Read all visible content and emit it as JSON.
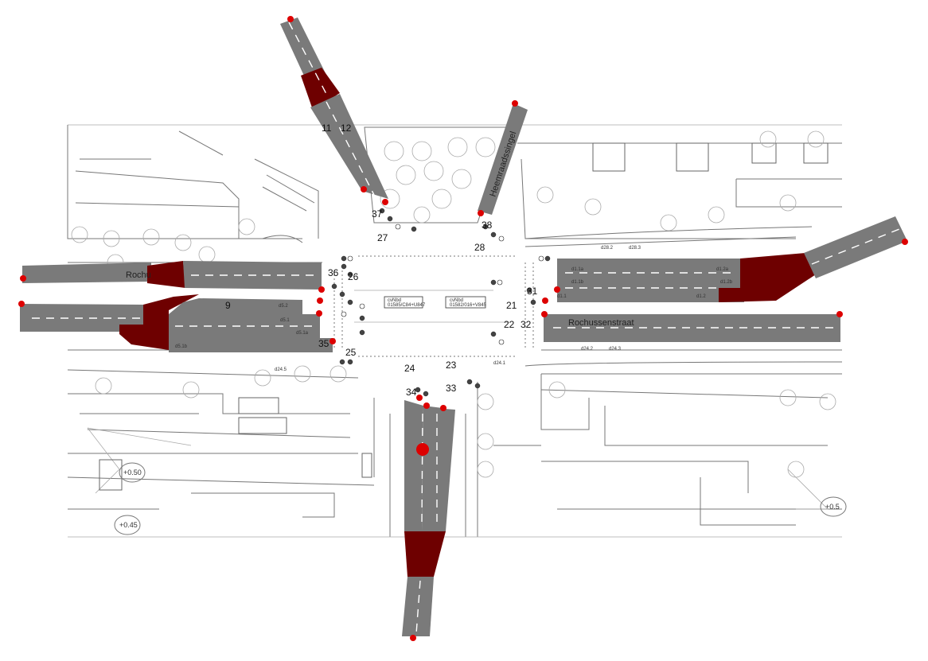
{
  "lane_numbers": {
    "n11": "11",
    "n12": "12",
    "n37": "37",
    "n27": "27",
    "n38": "38",
    "n28": "28",
    "n36": "36",
    "n26": "26",
    "n9": "9",
    "n35": "35",
    "n25": "25",
    "n31": "31",
    "n21": "21",
    "n32": "32",
    "n22": "22",
    "n24": "24",
    "n34": "34",
    "n33": "33",
    "n23": "23"
  },
  "street_names": {
    "rochussenstraat_west": "Rochu",
    "rochussenstraat_east": "Rochussenstraat",
    "heemraadssingel": "Heemraadssingel"
  },
  "signal_codes": {
    "d1_1a": "d1.1a",
    "d1_1b": "d1.1b",
    "d1_1": "d1.1",
    "d1_2": "d1.2",
    "d1_2a": "d1.2a",
    "d1_2b": "d1.2b",
    "d5_1": "d5.1",
    "d5_1a": "d5.1a",
    "d5_2": "d5.2",
    "d5_1b": "d5.1b",
    "d28_2": "d28.2",
    "d28_3": "d28.3",
    "d24_2": "d24.2",
    "d24_3": "d24.3",
    "d24_5": "d24.5",
    "d24_1": "d24.1"
  },
  "control_boxes": {
    "left": "cvNbd\n01585/C84+U847",
    "right": "cvNbd\n01582/016+V845"
  },
  "spot_heights": {
    "h1": "+0.50",
    "h2": "+0.45",
    "h3": "+0.5"
  },
  "colors": {
    "lane_gray": "#7a7a7a",
    "bulge_red": "#6e0000",
    "node_red": "#dd0000",
    "plan_line": "#777777"
  }
}
